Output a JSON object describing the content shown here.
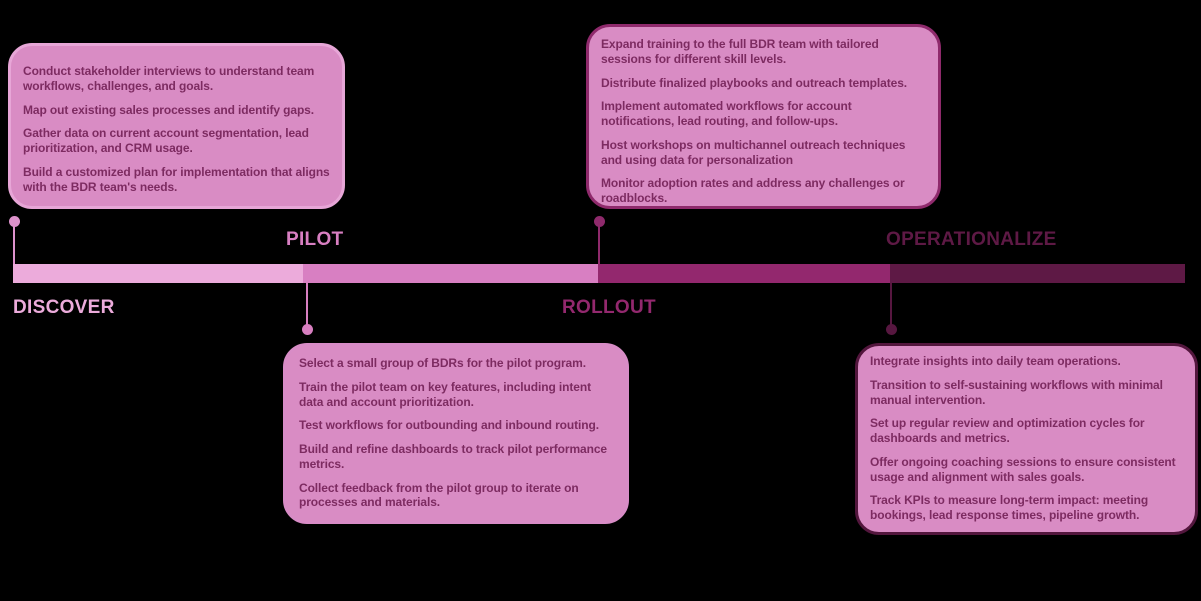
{
  "colors": {
    "background": "#000000",
    "card_fill": "#d98cc4",
    "card_text": "#7d2b61",
    "discover": "#ecabdb",
    "pilot": "#d87fc2",
    "rollout": "#93286e",
    "operationalize": "#5e1945",
    "discover_connector": "#dd92cc",
    "pilot_connector": "#d77fc0",
    "rollout_connector": "#8f2a6c",
    "operationalize_connector": "#571740",
    "discover_card_border": "#e7a6d7",
    "pilot_card_border": "#d88cc6",
    "rollout_card_border": "#8f2a6c",
    "operationalize_card_border": "#53163d"
  },
  "phases": [
    {
      "id": "discover",
      "label": "DISCOVER",
      "items": [
        "Conduct stakeholder interviews to understand team workflows, challenges, and goals.",
        "Map out existing sales processes and identify gaps.",
        "Gather data on current account segmentation, lead prioritization, and CRM usage.",
        "Build a customized plan for implementation that aligns with the BDR team's needs."
      ]
    },
    {
      "id": "pilot",
      "label": "PILOT",
      "items": [
        "Select a small group of BDRs for the pilot program.",
        "Train the pilot team on key features, including intent data and account prioritization.",
        "Test workflows for outbounding and inbound routing.",
        "Build and refine dashboards to track pilot performance metrics.",
        "Collect feedback from the pilot group to iterate on processes and materials."
      ]
    },
    {
      "id": "rollout",
      "label": "ROLLOUT",
      "items": [
        "Expand training to the full BDR team with tailored sessions for different skill levels.",
        "Distribute finalized playbooks and outreach templates.",
        "Implement automated workflows for account notifications, lead routing, and follow-ups.",
        "Host workshops on multichannel outreach techniques and using data for personalization",
        "Monitor adoption rates and address any challenges or roadblocks."
      ]
    },
    {
      "id": "operationalize",
      "label": "OPERATIONALIZE",
      "items": [
        "Integrate insights into daily team operations.",
        "Transition to self-sustaining workflows with minimal manual intervention.",
        "Set up regular review and optimization cycles for dashboards and metrics.",
        "Offer ongoing coaching sessions to ensure consistent usage and alignment with sales goals.",
        "Track KPIs to measure long-term impact: meeting bookings, lead response times, pipeline growth."
      ]
    }
  ]
}
